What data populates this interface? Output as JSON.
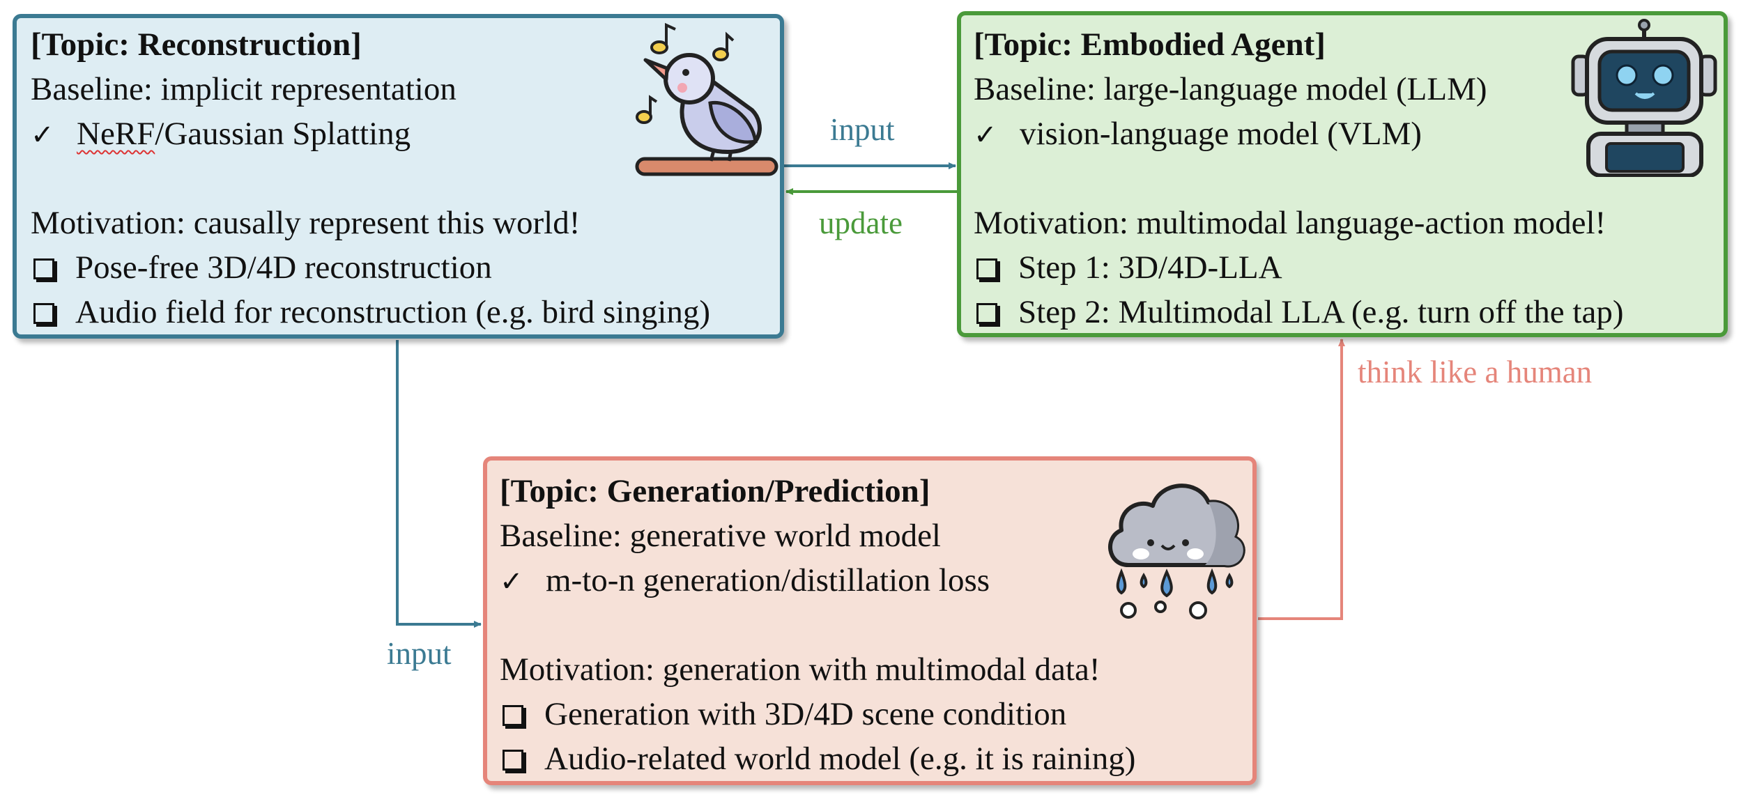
{
  "reconstruction": {
    "title": "[Topic: Reconstruction]",
    "baseline": "Baseline: implicit representation",
    "baseline_item_a": "NeRF",
    "baseline_item_b": "/Gaussian Splatting",
    "motivation": "Motivation: causally represent this world!",
    "todo": [
      "Pose-free 3D/4D reconstruction",
      "Audio field for reconstruction (e.g. bird singing)"
    ],
    "icon": "bird-singing-icon"
  },
  "embodied_agent": {
    "title": "[Topic: Embodied Agent]",
    "baseline": "Baseline: large-language model (LLM)",
    "baseline_item": "vision-language model (VLM)",
    "motivation": "Motivation: multimodal language-action model!",
    "todo": [
      "Step 1: 3D/4D-LLA",
      "Step 2: Multimodal LLA (e.g. turn off the tap)"
    ],
    "icon": "robot-icon"
  },
  "generation": {
    "title": "[Topic: Generation/Prediction]",
    "baseline": "Baseline: generative world model",
    "baseline_item": "m-to-n generation/distillation loss",
    "motivation": "Motivation: generation with multimodal data!",
    "todo": [
      "Generation with 3D/4D scene condition",
      "Audio-related world model (e.g. it is raining)"
    ],
    "icon": "rain-cloud-icon"
  },
  "edges": {
    "recon_to_agent": "input",
    "agent_to_recon": "update",
    "recon_to_gen": "input",
    "gen_to_agent": "think like a human"
  },
  "colors": {
    "reconstruction": "#3b7a92",
    "embodied_agent": "#4a9a3a",
    "generation": "#e5857a"
  }
}
